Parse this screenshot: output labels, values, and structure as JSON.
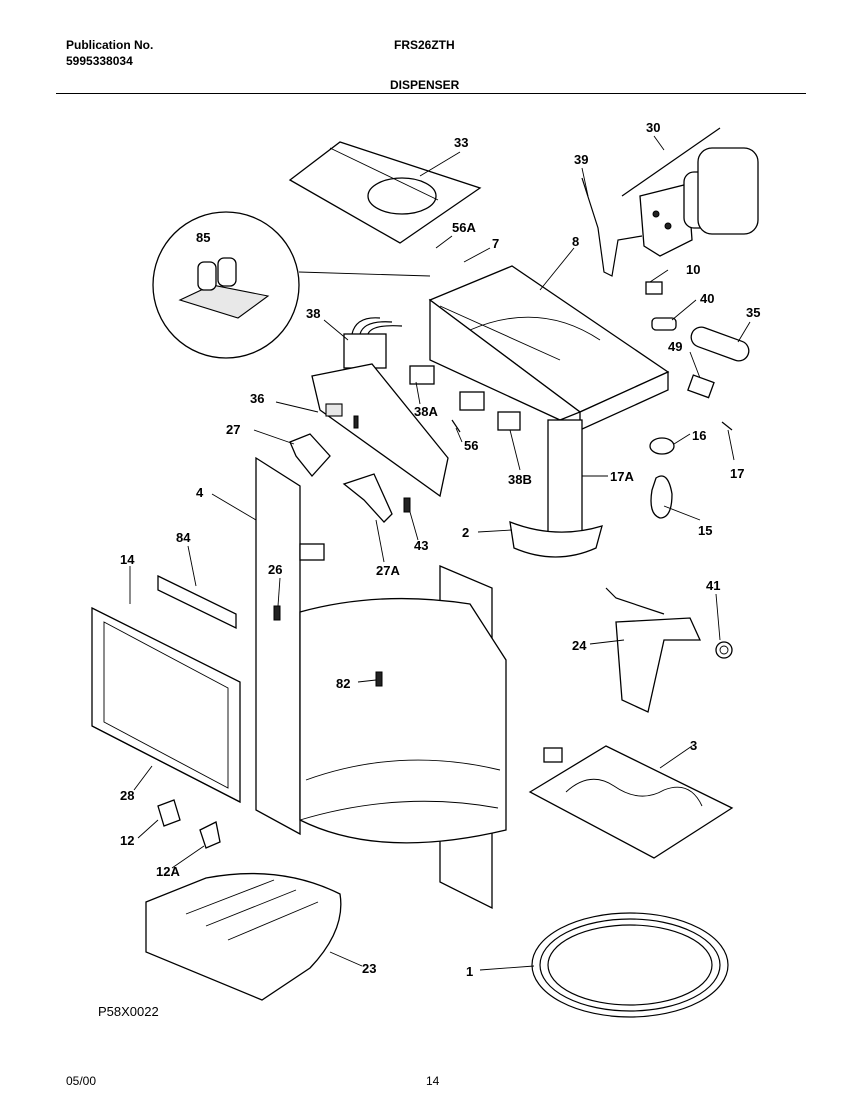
{
  "header": {
    "publication_label": "Publication No.",
    "publication_number": "5995338034",
    "model": "FRS26ZTH",
    "section": "DISPENSER"
  },
  "footer": {
    "drawing_code": "P58X0022",
    "date": "05/00",
    "page_number": "14"
  },
  "callouts": {
    "c33": "33",
    "c30": "30",
    "c39": "39",
    "c85": "85",
    "c56A": "56A",
    "c7": "7",
    "c8": "8",
    "c10": "10",
    "c40": "40",
    "c35": "35",
    "c38": "38",
    "c49": "49",
    "c36": "36",
    "c38A": "38A",
    "c27": "27",
    "c56": "56",
    "c16": "16",
    "c17": "17",
    "c17A": "17A",
    "c38B": "38B",
    "c4": "4",
    "c43": "43",
    "c2": "2",
    "c15": "15",
    "c84": "84",
    "c27A": "27A",
    "c14": "14",
    "c26": "26",
    "c41": "41",
    "c24": "24",
    "c82": "82",
    "c3": "3",
    "c28": "28",
    "c12": "12",
    "c12A": "12A",
    "c23": "23",
    "c1": "1"
  }
}
